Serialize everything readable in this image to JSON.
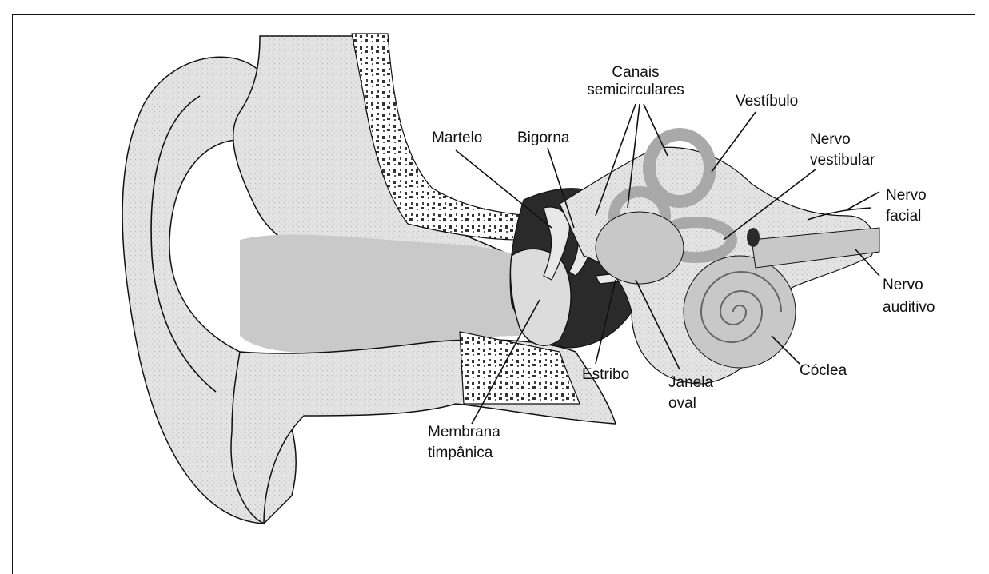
{
  "labels": {
    "canais_line1": "Canais",
    "canais_line2": "semicirculares",
    "vestibulo": "Vestíbulo",
    "martelo": "Martelo",
    "bigorna": "Bigorna",
    "nervo_vestibular_line1": "Nervo",
    "nervo_vestibular_line2": "vestibular",
    "nervo_facial_line1": "Nervo",
    "nervo_facial_line2": "facial",
    "nervo_auditivo_line1": "Nervo",
    "nervo_auditivo_line2": "auditivo",
    "coclea": "Cóclea",
    "estribo": "Estribo",
    "janela_oval_line1": "Janela",
    "janela_oval_line2": "oval",
    "membrana_line1": "Membrana",
    "membrana_line2": "timpânica"
  },
  "colors": {
    "stipple_light": "#dcdcdc",
    "stipple_mid": "#c8c8c8",
    "canal": "#a9a9a9",
    "ossicle_dark": "#2a2a2a",
    "outline": "#111111"
  }
}
